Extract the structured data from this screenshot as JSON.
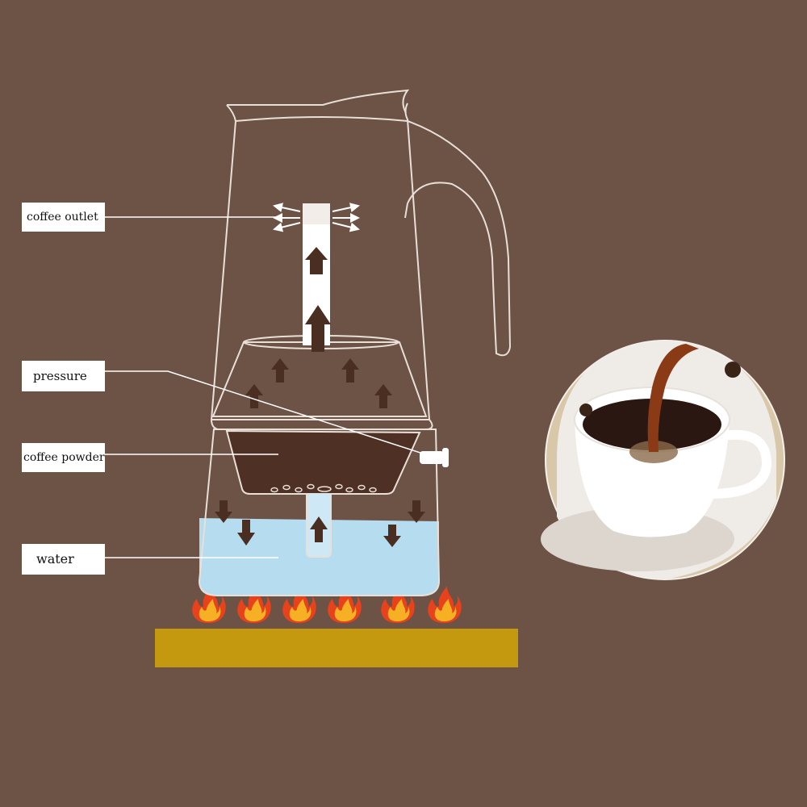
{
  "labels": {
    "coffee_outlet": "coffee outlet",
    "pressure": "pressure",
    "coffee_powder": "coffee powder",
    "water": "water"
  },
  "icons": {
    "flame": "flame-icon",
    "arrow": "arrow-icon"
  },
  "colors": {
    "background": "#6d5246",
    "outline": "#e8e0d8",
    "water": "#b6dcef",
    "coffee": "#4e3024",
    "arrow": "#4a2e22",
    "stove": "#c4990f",
    "flame_outer": "#e8421c",
    "flame_inner": "#f6b024"
  }
}
